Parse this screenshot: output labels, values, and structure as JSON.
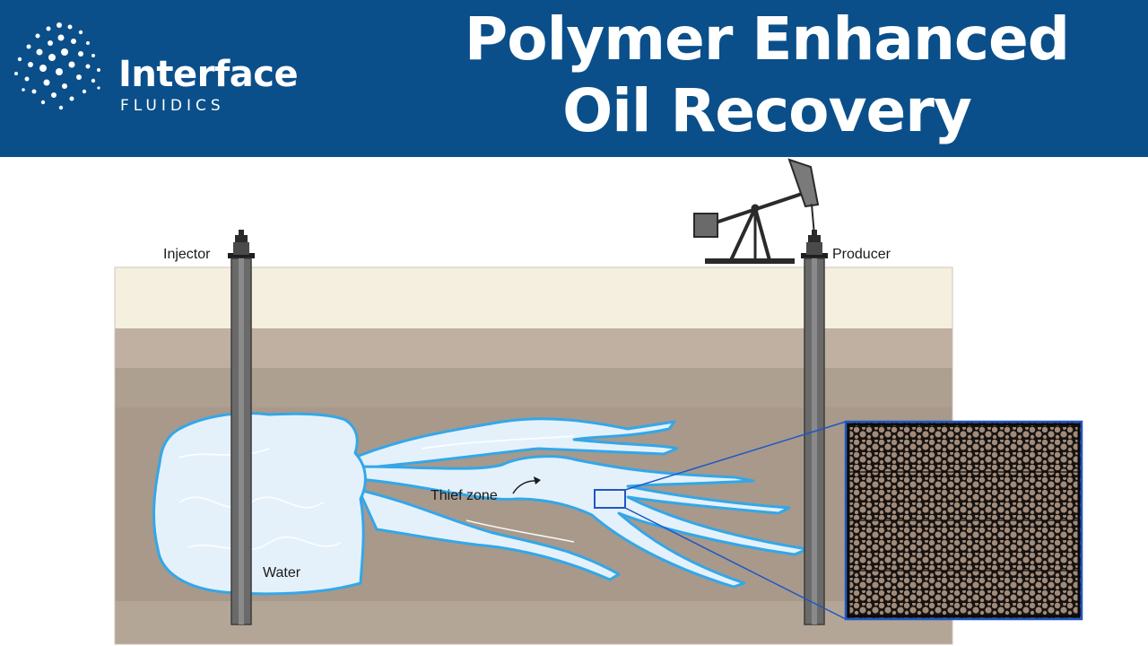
{
  "brand": {
    "name": "Interface",
    "sub": "FLUIDICS"
  },
  "title": {
    "line1": "Polymer Enhanced",
    "line2": "Oil Recovery"
  },
  "labels": {
    "injector": "Injector",
    "producer": "Producer",
    "thief_zone": "Thief zone",
    "water": "Water"
  },
  "colors": {
    "header": "#0a4f8a",
    "water": "#e4f1fb",
    "water_edge": "#33a7e8",
    "rock": "#a8998b",
    "zoom_frame": "#1f57c4"
  }
}
